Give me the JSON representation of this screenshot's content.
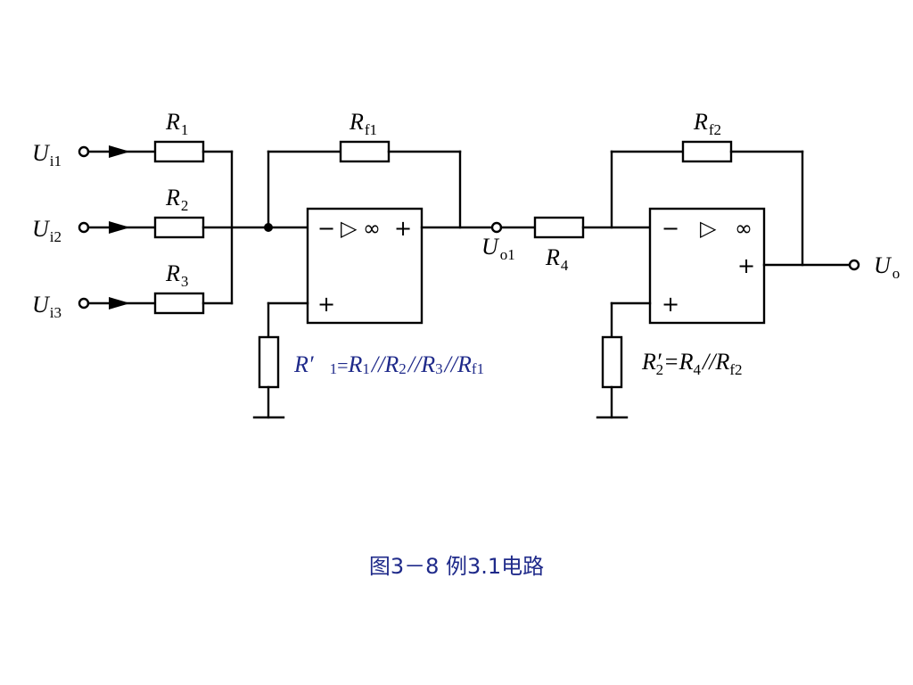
{
  "labels": {
    "ui1_main": "U",
    "ui1_sub": "i1",
    "ui2_main": "U",
    "ui2_sub": "i2",
    "ui3_main": "U",
    "ui3_sub": "i3",
    "r1_main": "R",
    "r1_sub": "1",
    "r2_main": "R",
    "r2_sub": "2",
    "r3_main": "R",
    "r3_sub": "3",
    "rf1_main": "R",
    "rf1_sub": "f1",
    "rf2_main": "R",
    "rf2_sub": "f2",
    "uo1_main": "U",
    "uo1_sub": "o1",
    "r4_main": "R",
    "r4_sub": "4",
    "uo_main": "U",
    "uo_sub": "o"
  },
  "opamp1": {
    "minus": "−",
    "tri": "▷",
    "inf": "∞",
    "plus_out": "+",
    "plus_in": "+"
  },
  "opamp2": {
    "minus": "−",
    "tri": "▷",
    "inf": "∞",
    "plus_out": "+",
    "plus_in": "+"
  },
  "balance1": {
    "lead": "R′",
    "sub_lead": "1",
    "eq": "=",
    "r1": "R",
    "r1_sub": "1",
    "sep1": "//",
    "r2": "R",
    "r2_sub": "2",
    "sep2": "//",
    "r3": "R",
    "r3_sub": "3",
    "sep3": "//",
    "rf1": "R",
    "rf1_sub": "f1"
  },
  "balance2": {
    "lead": "R′",
    "sub_lead": "2",
    "eq": "=",
    "r4": "R",
    "r4_sub": "4",
    "sep": "//",
    "rf2": "R",
    "rf2_sub": "f2"
  },
  "caption": "图3－8 例3.1电路",
  "colors": {
    "line": "#000000",
    "accent_text": "#1f2a8a",
    "background": "#ffffff"
  }
}
